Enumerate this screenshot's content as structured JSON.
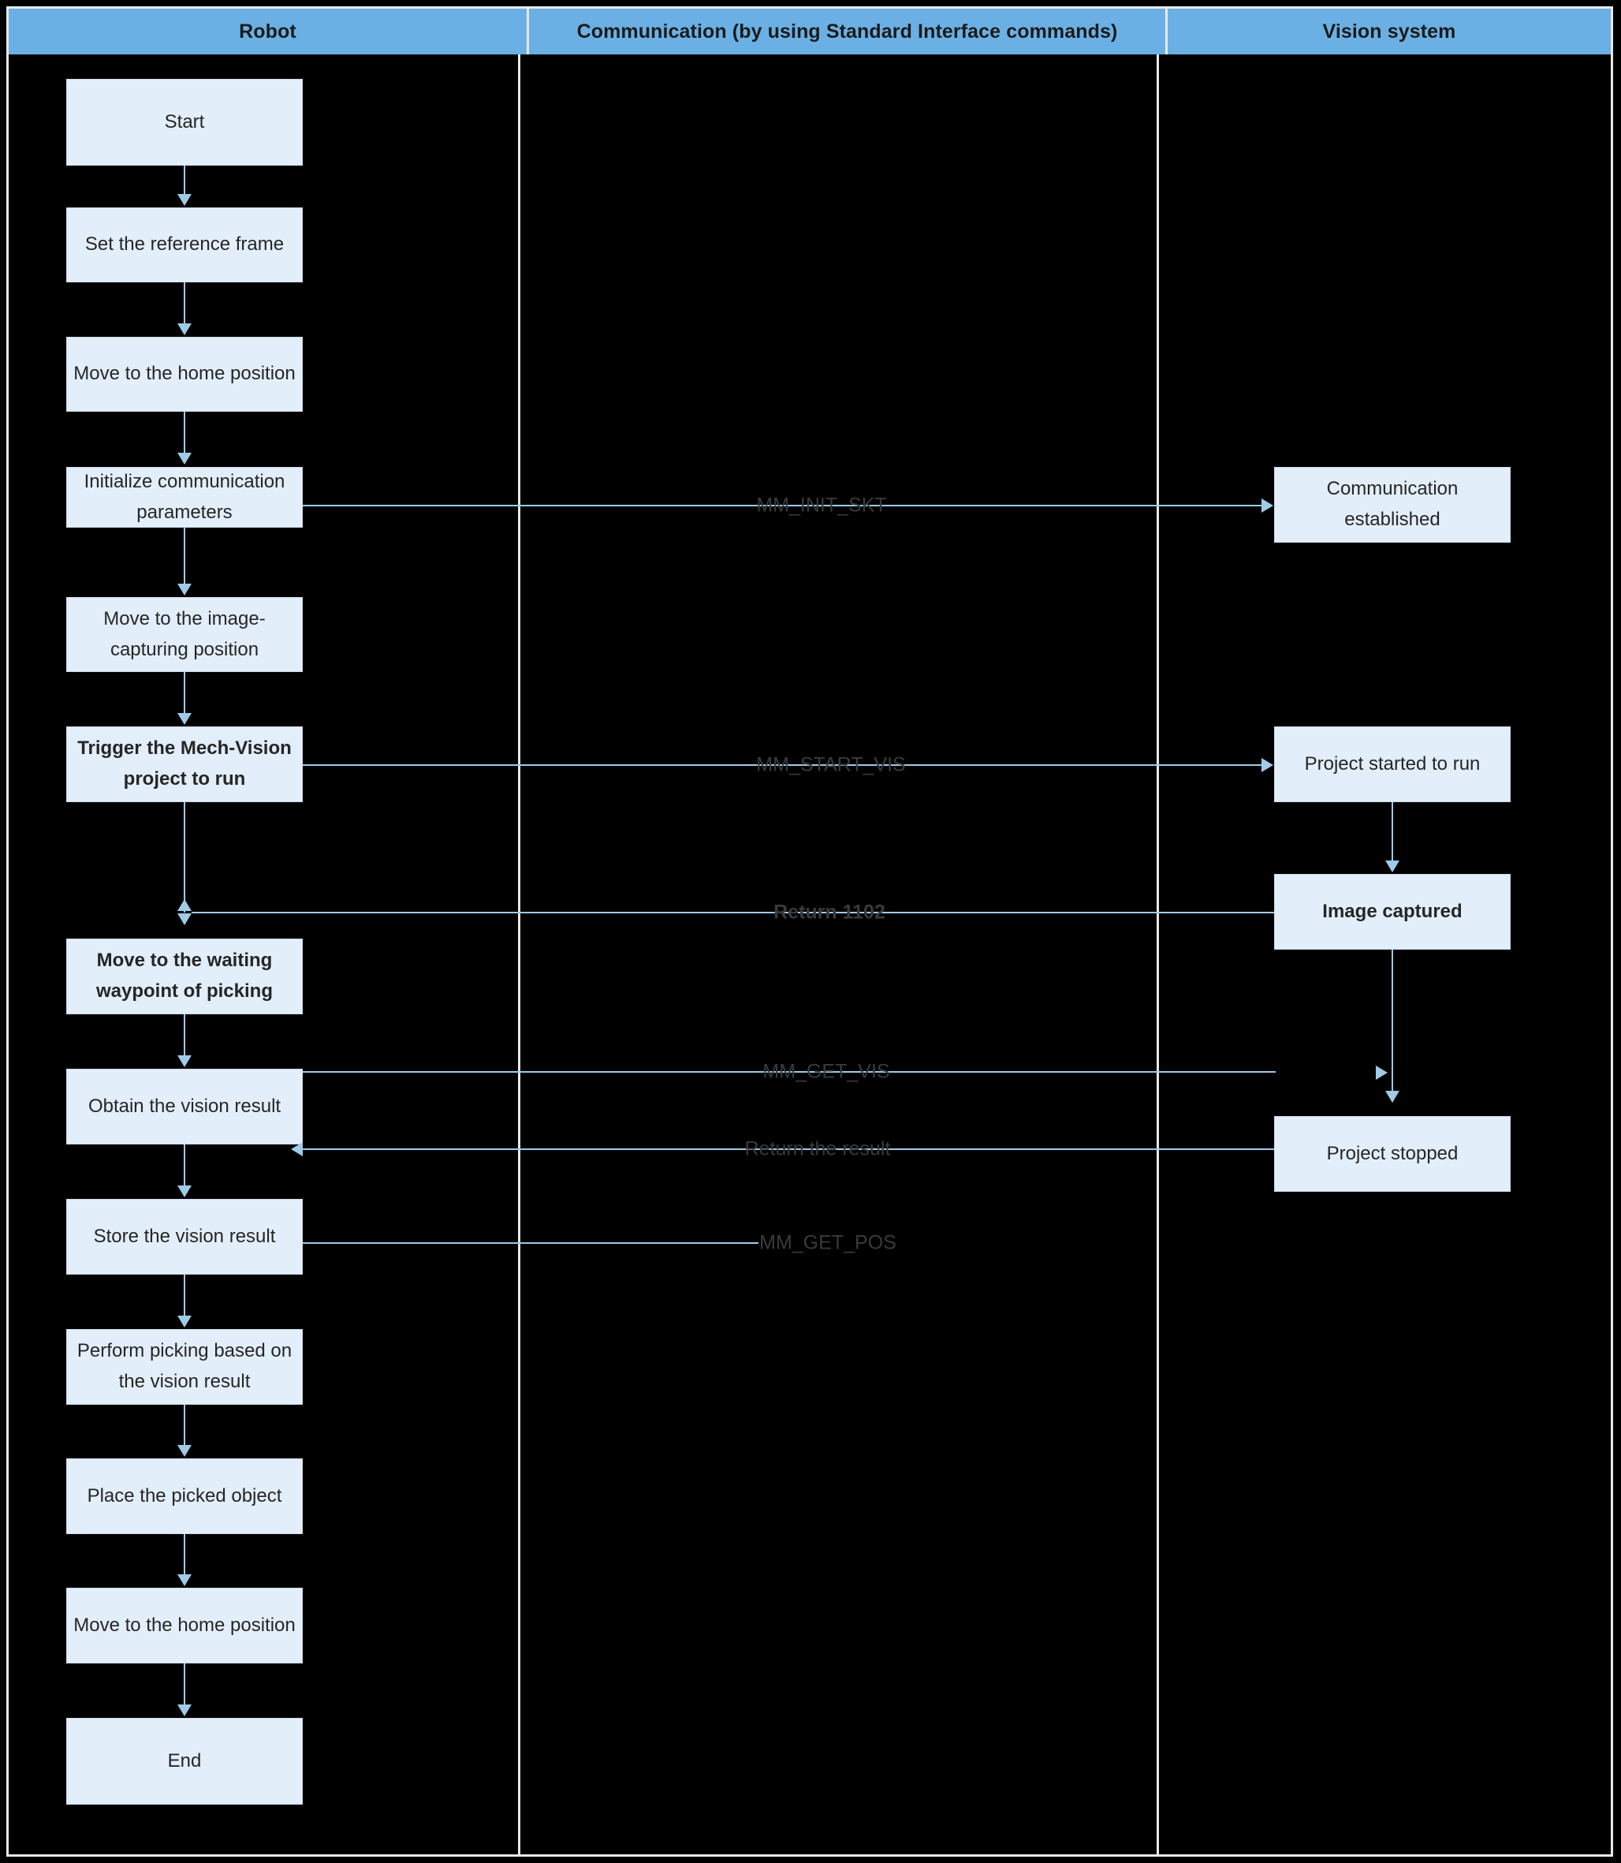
{
  "header": {
    "columns": [
      {
        "label": "Robot"
      },
      {
        "label": "Communication (by using Standard Interface commands)"
      },
      {
        "label": "Vision system"
      }
    ]
  },
  "colors": {
    "header_band": "#6bb0e4",
    "box_fill": "#e2eefa",
    "box_border": "#cfd9e4",
    "connector": "#9ecbe8",
    "background": "#000000",
    "frame": "#e8e8e8",
    "text": "#262626"
  },
  "robot_steps": [
    {
      "id": "start",
      "label": "Start",
      "bold": false
    },
    {
      "id": "ref-frame",
      "label": "Set the reference frame",
      "bold": false
    },
    {
      "id": "home-1",
      "label": "Move to the home position",
      "bold": false
    },
    {
      "id": "init-comm",
      "label": "Initialize communication parameters",
      "bold": false
    },
    {
      "id": "capture-pos",
      "label": "Move to the image-capturing position",
      "bold": false
    },
    {
      "id": "trigger-proj",
      "label": "Trigger the Mech-Vision project to run",
      "bold": true
    },
    {
      "id": "waiting-wp",
      "label": "Move to the waiting waypoint of picking",
      "bold": true
    },
    {
      "id": "obtain-res",
      "label": "Obtain the vision result",
      "bold": false
    },
    {
      "id": "store-res",
      "label": "Store the vision result",
      "bold": false
    },
    {
      "id": "perform-pick",
      "label": "Perform picking based on the vision result",
      "bold": false
    },
    {
      "id": "place-obj",
      "label": "Place the picked object",
      "bold": false
    },
    {
      "id": "home-2",
      "label": "Move to the home position",
      "bold": false
    },
    {
      "id": "end",
      "label": "End",
      "bold": false
    }
  ],
  "vision_steps": [
    {
      "id": "comm-estab",
      "label": "Communication established",
      "bold": false
    },
    {
      "id": "proj-started",
      "label": "Project started to run",
      "bold": false
    },
    {
      "id": "img-captured",
      "label": "Image captured",
      "bold": true
    },
    {
      "id": "proj-stopped",
      "label": "Project stopped",
      "bold": false
    }
  ],
  "messages": [
    {
      "id": "mm-init-skt",
      "label": "MM_INIT_SKT",
      "direction": "right",
      "bold": false
    },
    {
      "id": "mm-start-vis",
      "label": "MM_START_VIS",
      "direction": "right",
      "bold": false
    },
    {
      "id": "return-1102",
      "label": "Return 1102",
      "direction": "left",
      "bold": true
    },
    {
      "id": "mm-get-vis",
      "label": "MM_GET_VIS",
      "direction": "right",
      "bold": false
    },
    {
      "id": "return-result",
      "label": "Return the result",
      "direction": "left",
      "bold": false
    },
    {
      "id": "mm-get-pos",
      "label": "MM_GET_POS",
      "direction": "right",
      "bold": false
    }
  ]
}
